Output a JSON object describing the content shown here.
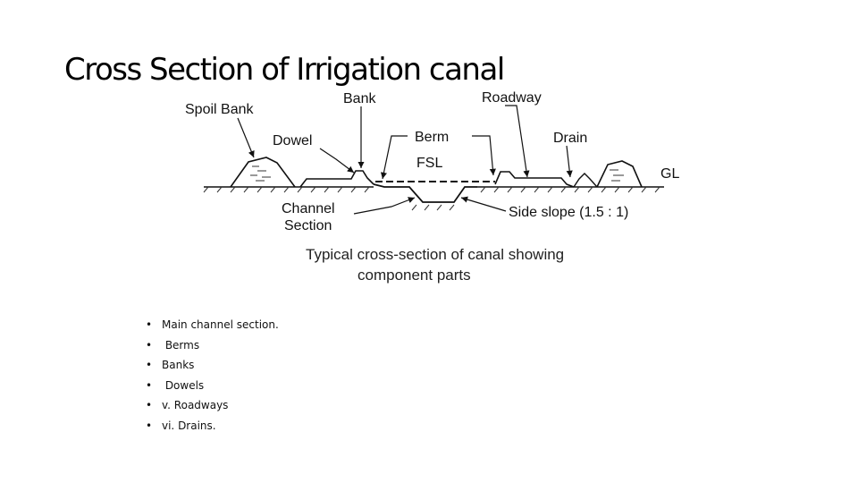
{
  "slide": {
    "title": "Cross Section of Irrigation canal"
  },
  "figure": {
    "labels": {
      "spoil_bank": "Spoil Bank",
      "bank": "Bank",
      "roadway": "Roadway",
      "dowel": "Dowel",
      "berm": "Berm",
      "drain": "Drain",
      "fsl": "FSL",
      "gl": "GL",
      "channel": "Channel",
      "section": "Section",
      "side_slope": "Side slope (1.5 : 1)"
    },
    "caption": {
      "line1": "Typical cross-section of canal showing",
      "line2": "component parts"
    }
  },
  "bullets": [
    "Main channel section.",
    " Berms",
    "Banks",
    " Dowels",
    "v. Roadways",
    "vi. Drains."
  ],
  "bullet_symbol": "•"
}
